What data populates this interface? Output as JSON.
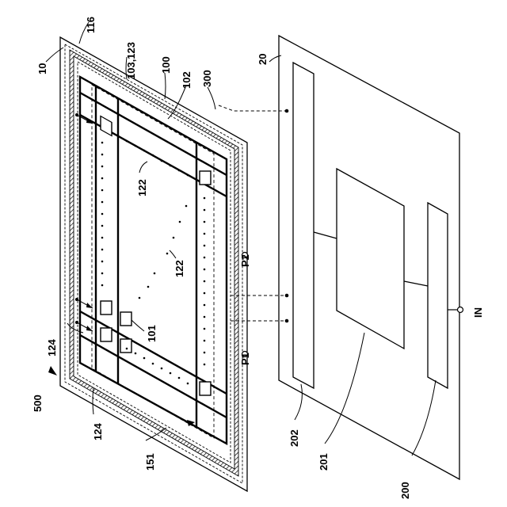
{
  "labels": {
    "l10": "10",
    "l116": "116",
    "l103": "103,123",
    "l100": "100",
    "l102": "102",
    "l300": "300",
    "l20": "20",
    "l122a": "122",
    "l122b": "122",
    "lP2": "P2",
    "lP1": "P1",
    "l101": "101",
    "l124a": "124",
    "l124b": "124",
    "l500": "500",
    "l151": "151",
    "l202": "202",
    "l201": "201",
    "l200": "200",
    "lIN": "IN"
  }
}
